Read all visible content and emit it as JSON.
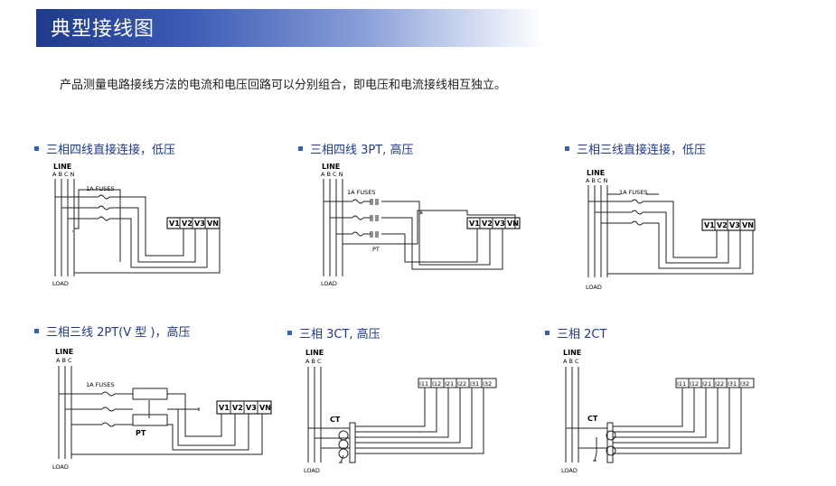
{
  "page": {
    "title": "典型接线图",
    "intro": "产品测量电路接线方法的电流和电压回路可以分别组合，即电压和电流接线相互独立。"
  },
  "labels": {
    "line": "LINE",
    "load": "LOAD",
    "fuses": "1A FUSES",
    "pt": "PT",
    "ct": "CT",
    "abcn": "A B C N",
    "abc": "A B C"
  },
  "diagrams": [
    {
      "title": "三相四线直接连接，低压",
      "terminals": [
        "V1",
        "V2",
        "V3",
        "VN"
      ]
    },
    {
      "title": "三相四线 3PT, 高压",
      "terminals": [
        "V1",
        "V2",
        "V3",
        "VN"
      ]
    },
    {
      "title": "三相三线直接连接，低压",
      "terminals": [
        "V1",
        "V2",
        "V3",
        "VN"
      ]
    },
    {
      "title": "三相三线 2PT(V 型 )，高压",
      "terminals": [
        "V1",
        "V2",
        "V3",
        "VN"
      ]
    },
    {
      "title": "三相 3CT, 高压",
      "terminals": [
        "I11",
        "I12",
        "I21",
        "I22",
        "I31",
        "I32"
      ]
    },
    {
      "title": "三相 2CT",
      "terminals": [
        "I11",
        "I12",
        "I21",
        "I22",
        "I31",
        "I32"
      ]
    }
  ]
}
